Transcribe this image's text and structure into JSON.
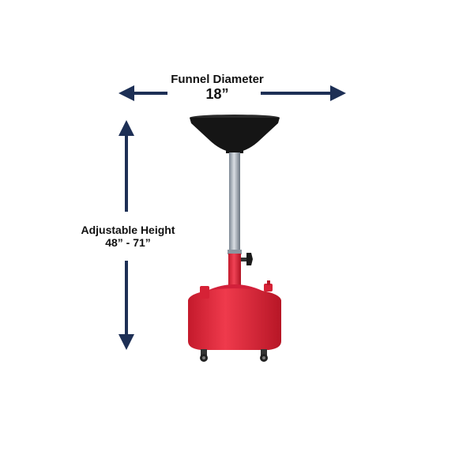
{
  "dimensions": {
    "funnel_title": "Funnel Diameter",
    "funnel_value": "18”",
    "height_title": "Adjustable Height",
    "height_value": "48” - 71”"
  },
  "colors": {
    "arrow": "#1d2f55",
    "funnel": "#151515",
    "tank": "#e0253a",
    "tube": "#a8b2bc"
  },
  "icons": [
    "double-arrow-horizontal-icon",
    "double-arrow-vertical-icon",
    "oil-drain-product-image"
  ]
}
